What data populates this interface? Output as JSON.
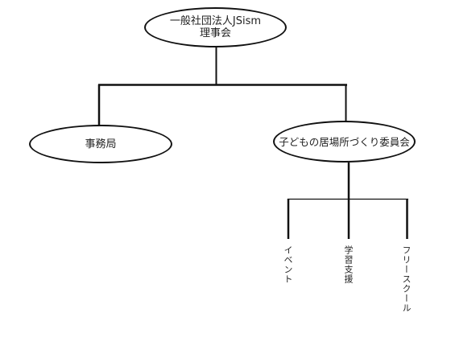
{
  "org_chart": {
    "root": {
      "line1": "一般社団法人JSism",
      "line2": "理事会"
    },
    "branches": [
      {
        "label": "事務局"
      },
      {
        "label": "子どもの居場所づくり委員会"
      }
    ],
    "sub_items": [
      {
        "label": "イベント"
      },
      {
        "label": "学習支援"
      },
      {
        "label": "フリースクール"
      }
    ]
  }
}
